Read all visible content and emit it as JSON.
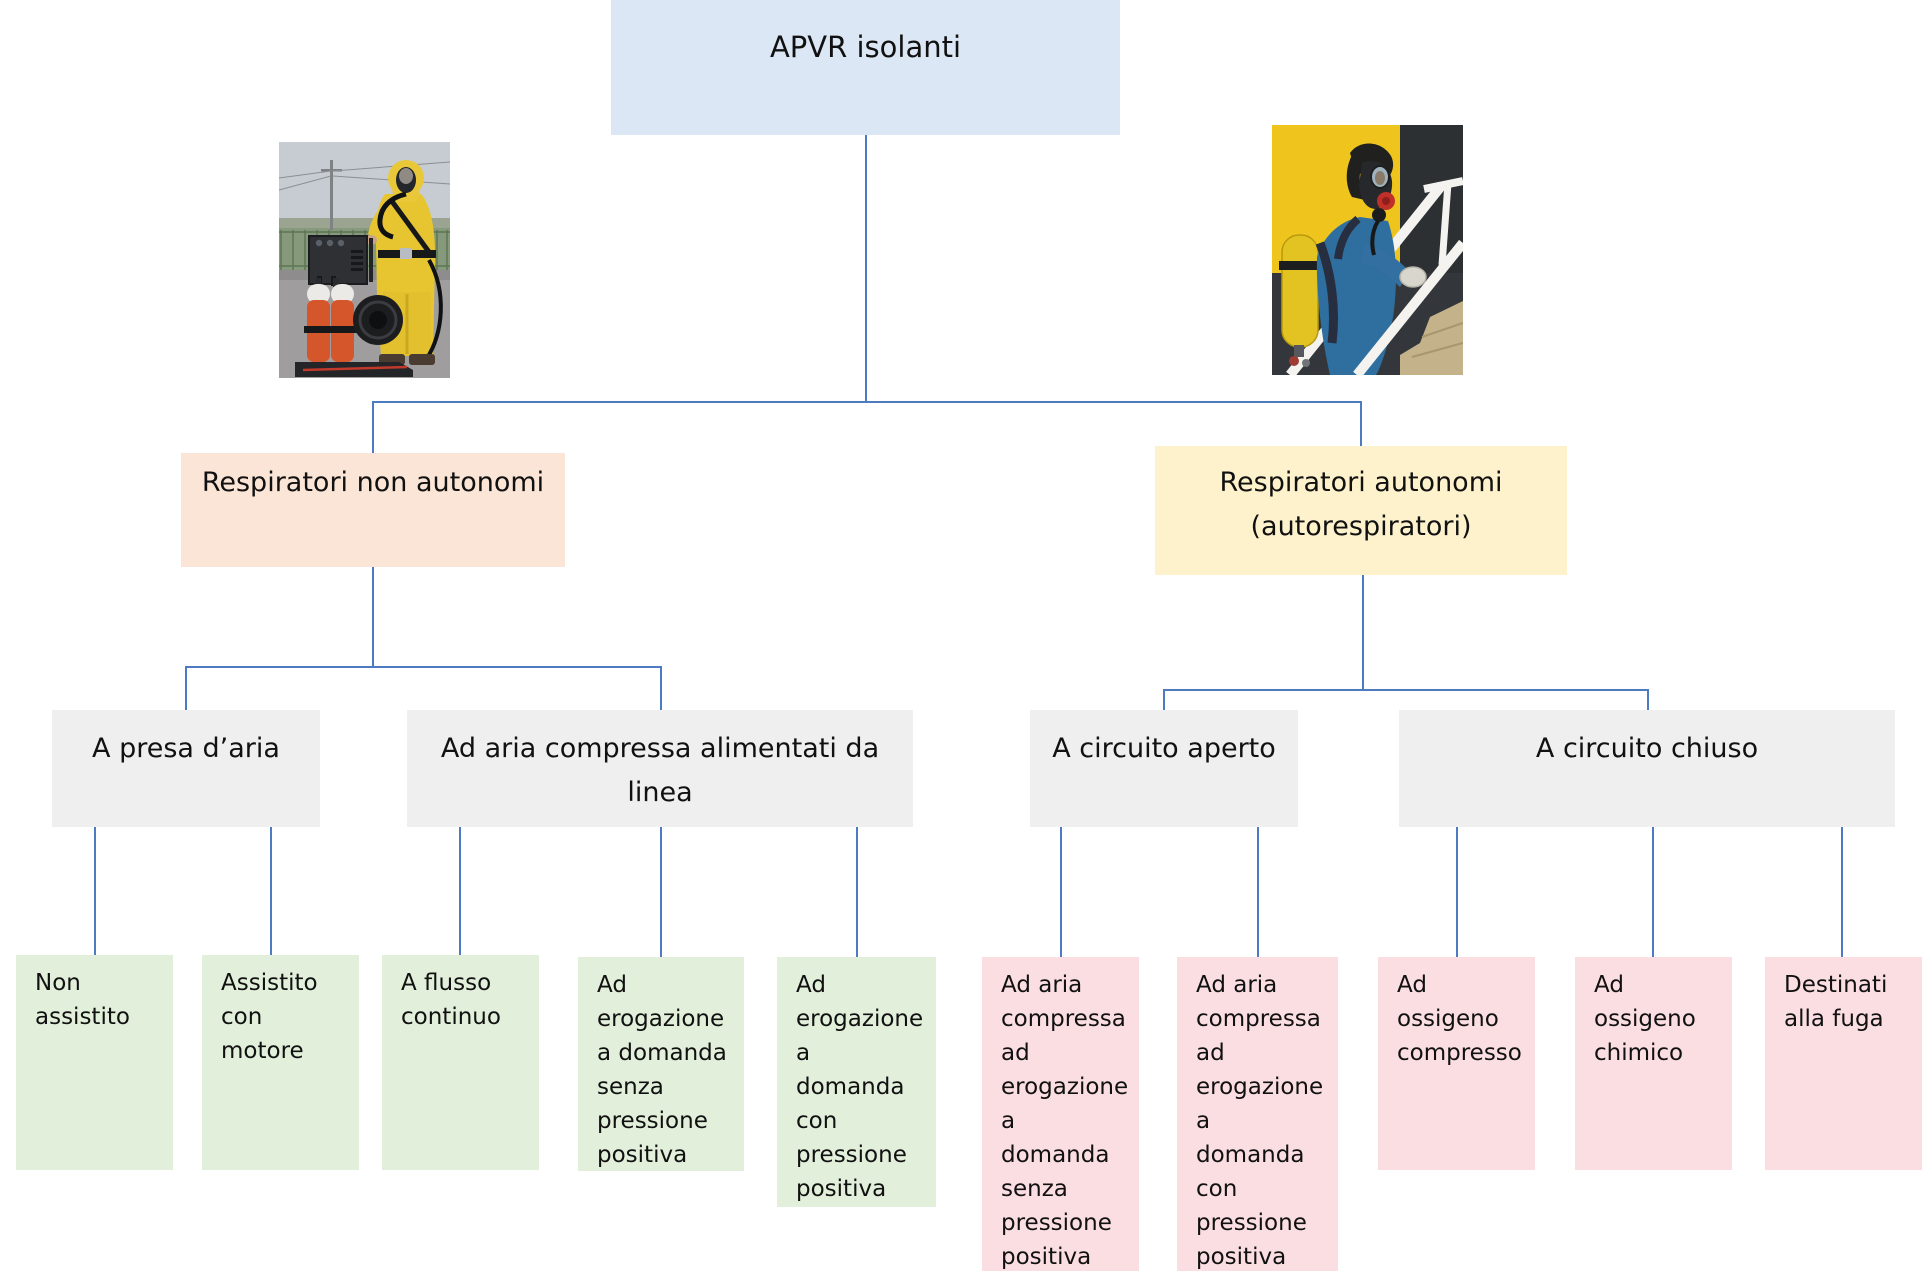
{
  "root": {
    "label": "APVR isolanti"
  },
  "branches": {
    "left": {
      "label": "Respiratori non autonomi"
    },
    "right": {
      "label": "Respiratori autonomi\n(autorespiratori)"
    }
  },
  "subtypes": {
    "presa": {
      "label": "A presa d’aria"
    },
    "linea": {
      "label": "Ad aria compressa alimentati da\nlinea"
    },
    "aperto": {
      "label": "A circuito aperto"
    },
    "chiuso": {
      "label": "A circuito chiuso"
    }
  },
  "leaves": [
    {
      "label": "Non\nassistito",
      "group": "green"
    },
    {
      "label": "Assistito\ncon\nmotore",
      "group": "green"
    },
    {
      "label": "A flusso\ncontinuo",
      "group": "green"
    },
    {
      "label": "Ad\nerogazione\na domanda\nsenza\npressione\npositiva",
      "group": "green"
    },
    {
      "label": "Ad\nerogazione\na\ndomanda\ncon\npressione\npositiva",
      "group": "green"
    },
    {
      "label": "Ad aria\ncompressa\nad\nerogazione\na\ndomanda\nsenza\npressione\npositiva",
      "group": "pink"
    },
    {
      "label": "Ad aria\ncompressa\nad\nerogazione\na\ndomanda\ncon\npressione\npositiva",
      "group": "pink"
    },
    {
      "label": "Ad\nossigeno\ncompresso",
      "group": "pink"
    },
    {
      "label": "Ad\nossigeno\nchimico",
      "group": "pink"
    },
    {
      "label": "Destinati\nalla fuga",
      "group": "pink"
    }
  ],
  "photos": {
    "left": {
      "name": "worker-yellow-suit-airline-respirator-photo"
    },
    "right": {
      "name": "worker-scba-climbing-stairs-photo"
    }
  },
  "colors": {
    "root_bg": "#dbe7f4",
    "branch_left_bg": "#fbe5d6",
    "branch_right_bg": "#fdf2cc",
    "subtype_bg": "#efefef",
    "leaf_green_bg": "#e2efda",
    "leaf_pink_bg": "#fbdee2",
    "connector": "#4e7ac2"
  }
}
